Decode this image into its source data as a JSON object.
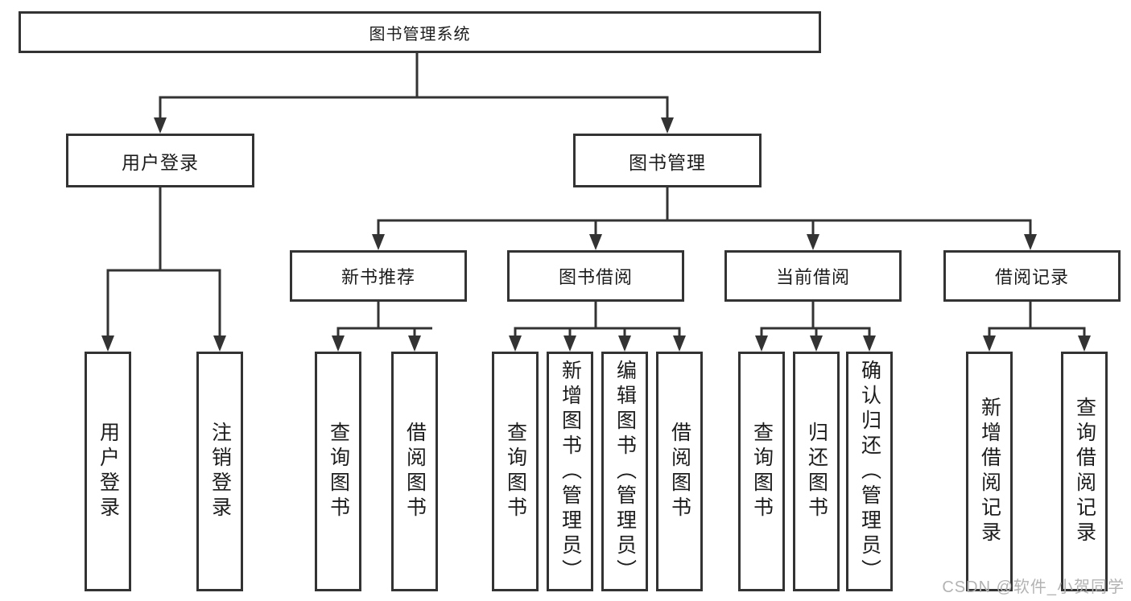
{
  "colors": {
    "background": "#ffffff",
    "line": "#333333",
    "box_fill": "#ffffff",
    "text": "#1c1c1c",
    "watermark": "#b3b3b3"
  },
  "watermark": {
    "text": "CSDN @软件_小贺同学"
  },
  "tree": {
    "label": "图书管理系统",
    "children": [
      {
        "label": "用户登录",
        "children": [
          {
            "label": "用户登录"
          },
          {
            "label": "注销登录"
          }
        ]
      },
      {
        "label": "图书管理",
        "children": [
          {
            "label": "新书推荐",
            "children": [
              {
                "label": "查询图书"
              },
              {
                "label": "借阅图书"
              }
            ]
          },
          {
            "label": "图书借阅",
            "children": [
              {
                "label": "查询图书"
              },
              {
                "label": "新增图书（管理员）"
              },
              {
                "label": "编辑图书（管理员）"
              },
              {
                "label": "借阅图书"
              }
            ]
          },
          {
            "label": "当前借阅",
            "children": [
              {
                "label": "查询图书"
              },
              {
                "label": "归还图书"
              },
              {
                "label": "确认归还（管理员）"
              }
            ]
          },
          {
            "label": "借阅记录",
            "children": [
              {
                "label": "新增借阅记录"
              },
              {
                "label": "查询借阅记录"
              }
            ]
          }
        ]
      }
    ]
  }
}
